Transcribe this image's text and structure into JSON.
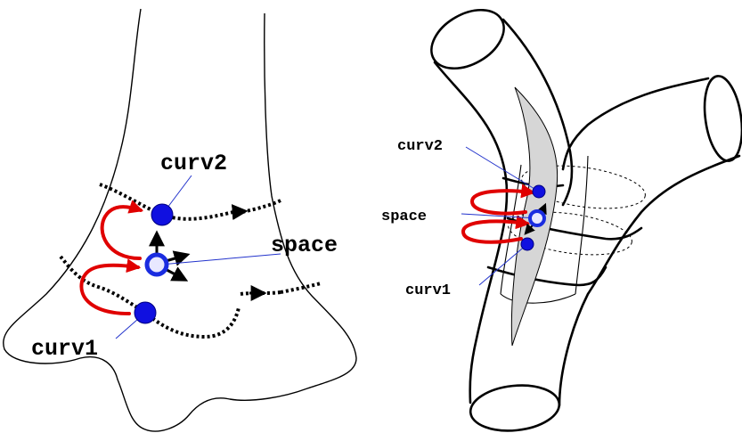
{
  "left_figure": {
    "labels": {
      "curv2": "curv2",
      "space": "space",
      "curv1": "curv1"
    }
  },
  "right_figure": {
    "labels": {
      "curv2": "curv2",
      "space": "space",
      "curv1": "curv1"
    }
  },
  "colors": {
    "point_fill": "#1010e0",
    "point_stroke": "#000080",
    "space_ring": "#1a2ce0",
    "arrow_red": "#e00000",
    "leader_line": "#2233cc",
    "surface_gray": "#d6d6d6"
  }
}
